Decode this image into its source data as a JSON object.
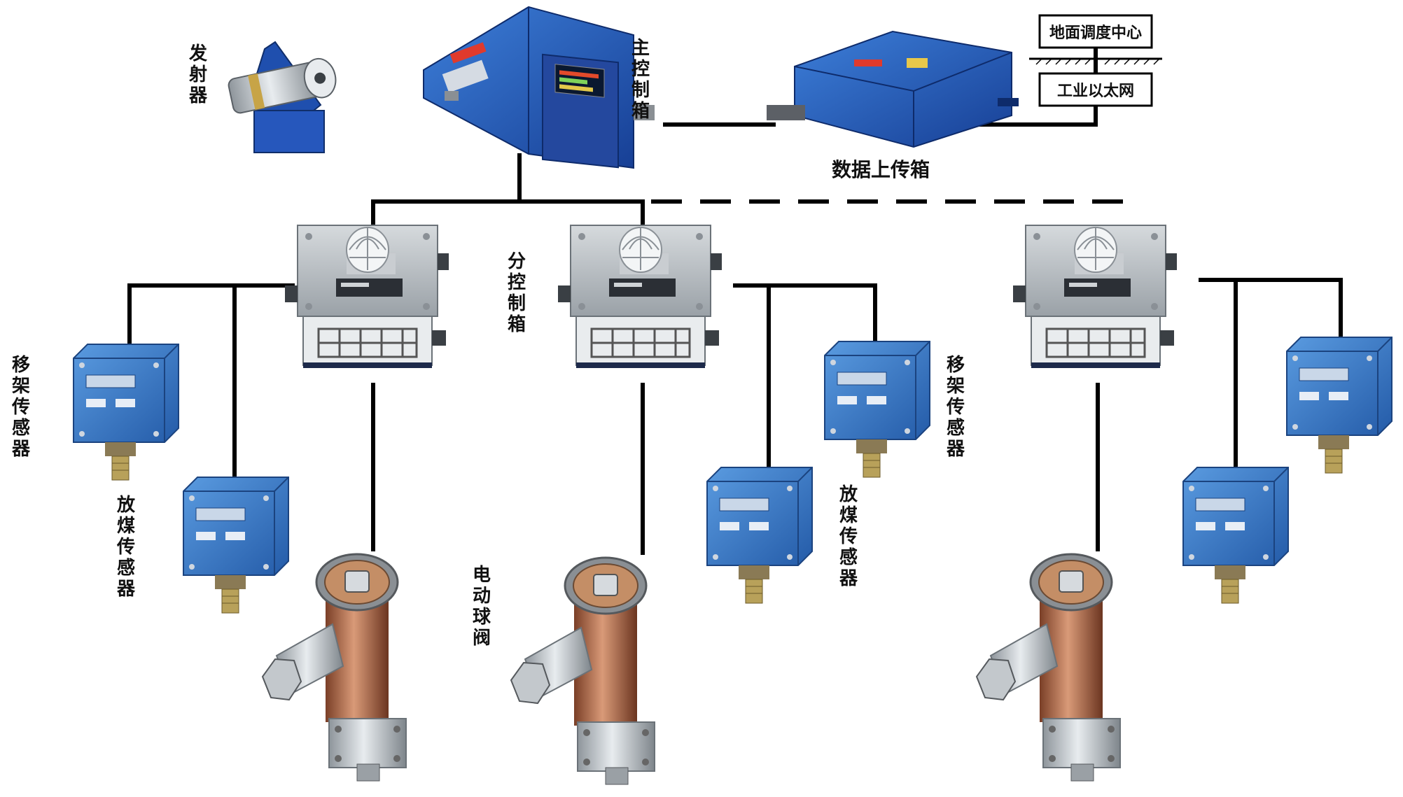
{
  "labels": {
    "emitter": "发射器",
    "main_control_box": "主控制箱",
    "data_upload_box": "数据上传箱",
    "ground_dispatch_center": "地面调度中心",
    "industrial_ethernet": "工业以太网",
    "sub_control_box": "分控制箱",
    "support_sensor_left": "移架传感器",
    "support_sensor_right": "移架传感器",
    "coal_sensor_left": "放煤传感器",
    "coal_sensor_right": "放煤传感器",
    "electric_ball_valve": "电动球阀"
  },
  "colors": {
    "device_blue": "#2f66c8",
    "sensor_blue": "#3d7fd0",
    "steel": "#b9bec4",
    "valve_copper": "#b06a48",
    "line": "#000000"
  }
}
